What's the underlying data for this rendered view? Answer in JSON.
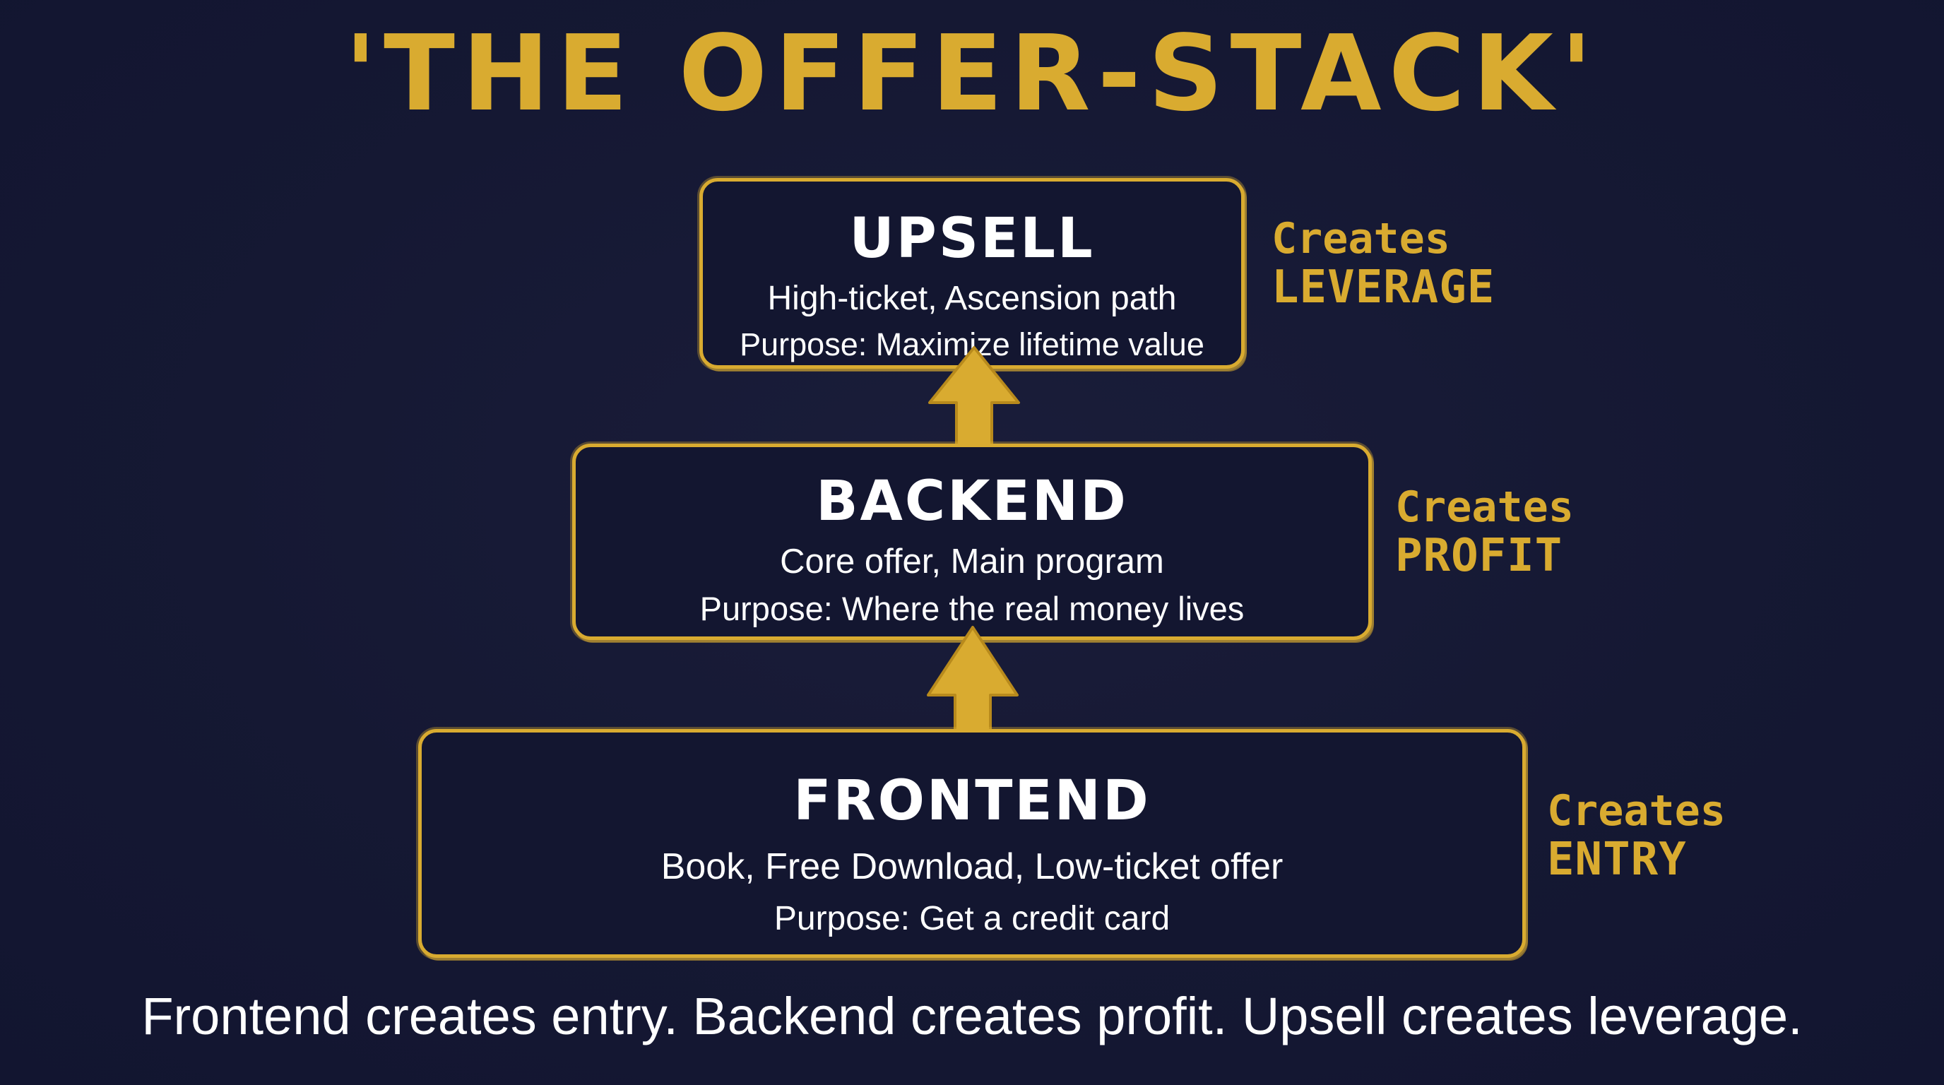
{
  "title": "'THE OFFER-STACK'",
  "colors": {
    "background": "#151833",
    "accent": "#d9ab30",
    "text": "#ffffff"
  },
  "stack": {
    "upsell": {
      "heading": "UPSELL",
      "line1": "High-ticket, Ascension path",
      "line2": "Purpose: Maximize lifetime value",
      "side_verb": "Creates",
      "side_object": "LEVERAGE"
    },
    "backend": {
      "heading": "BACKEND",
      "line1": "Core offer, Main program",
      "line2": "Purpose: Where the real money lives",
      "side_verb": "Creates",
      "side_object": "PROFIT"
    },
    "frontend": {
      "heading": "FRONTEND",
      "line1": "Book, Free Download, Low-ticket offer",
      "line2": "Purpose: Get a credit card",
      "side_verb": "Creates",
      "side_object": "ENTRY"
    }
  },
  "icons": {
    "arrow": "up-arrow-icon"
  },
  "footer": "Frontend creates entry. Backend creates profit. Upsell creates leverage."
}
